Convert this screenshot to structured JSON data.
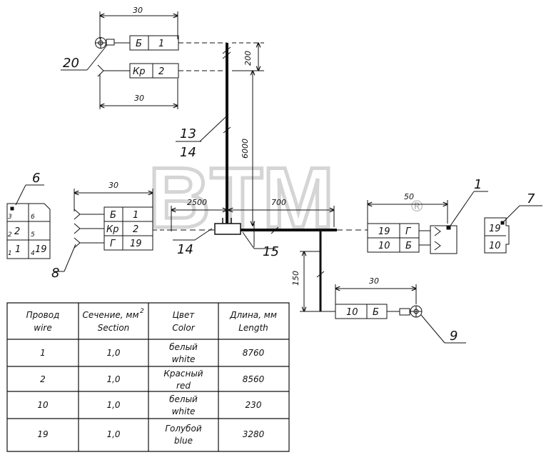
{
  "watermark": {
    "text": "BTM",
    "mark": "®"
  },
  "callouts": {
    "c1": "1",
    "c6": "6",
    "c7": "7",
    "c8": "8",
    "c9": "9",
    "c13": "13",
    "c14a": "14",
    "c14b": "14",
    "c15": "15",
    "c20": "20"
  },
  "dimensions": {
    "top_width": "30",
    "second_width": "30",
    "left_width": "30",
    "bottom_width": "30",
    "right_width": "50",
    "vert_200": "200",
    "vert_6000": "6000",
    "horiz_2500": "2500",
    "horiz_700": "700",
    "vert_150": "150"
  },
  "top_connector": {
    "rows": [
      {
        "color": "Б",
        "wire": "1"
      },
      {
        "color": "Кр",
        "wire": "2"
      }
    ]
  },
  "left_connector": {
    "rows": [
      {
        "color": "Б",
        "wire": "1"
      },
      {
        "color": "Кр",
        "wire": "2"
      },
      {
        "color": "Г",
        "wire": "19"
      }
    ]
  },
  "right_connector": {
    "rows": [
      {
        "wire": "19",
        "color": "Г"
      },
      {
        "wire": "10",
        "color": "Б"
      }
    ]
  },
  "bottom_connector": {
    "wire": "10",
    "color": "Б"
  },
  "pin_view_6": {
    "pins": [
      "3",
      "6",
      "2",
      "5",
      "1",
      "4"
    ],
    "wires": [
      "2",
      "1",
      "19"
    ]
  },
  "pin_view_7": {
    "wires": [
      "19",
      "10"
    ]
  },
  "table": {
    "headers": [
      [
        "Провод",
        "wire"
      ],
      [
        "Сечение, мм",
        "Section"
      ],
      [
        "Цвет",
        "Color"
      ],
      [
        "Длина, мм",
        "Length"
      ]
    ],
    "header_sup": "2",
    "rows": [
      {
        "wire": "1",
        "section": "1,0",
        "color_ru": "белый",
        "color_en": "white",
        "length": "8760"
      },
      {
        "wire": "2",
        "section": "1,0",
        "color_ru": "Красный",
        "color_en": "red",
        "length": "8560"
      },
      {
        "wire": "10",
        "section": "1,0",
        "color_ru": "белый",
        "color_en": "white",
        "length": "230"
      },
      {
        "wire": "19",
        "section": "1,0",
        "color_ru": "Голубой",
        "color_en": "blue",
        "length": "3280"
      }
    ]
  }
}
